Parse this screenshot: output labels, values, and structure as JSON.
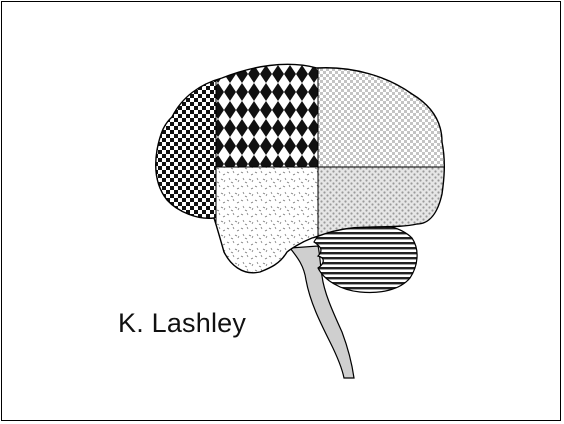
{
  "caption": "K. Lashley",
  "figure": {
    "regions": [
      {
        "id": "occipital-posterior",
        "pattern": "checkerboard"
      },
      {
        "id": "parietal-upper",
        "pattern": "diamonds"
      },
      {
        "id": "frontal-upper",
        "pattern": "light-checks"
      },
      {
        "id": "temporal-posterior",
        "pattern": "speckle"
      },
      {
        "id": "frontal-lower",
        "pattern": "dots"
      },
      {
        "id": "cerebellum",
        "pattern": "horizontal-stripes"
      },
      {
        "id": "brainstem",
        "pattern": "solid-gray"
      }
    ]
  },
  "colors": {
    "outline": "#000000",
    "background": "#ffffff",
    "brainstem": "#cfcfcf"
  }
}
